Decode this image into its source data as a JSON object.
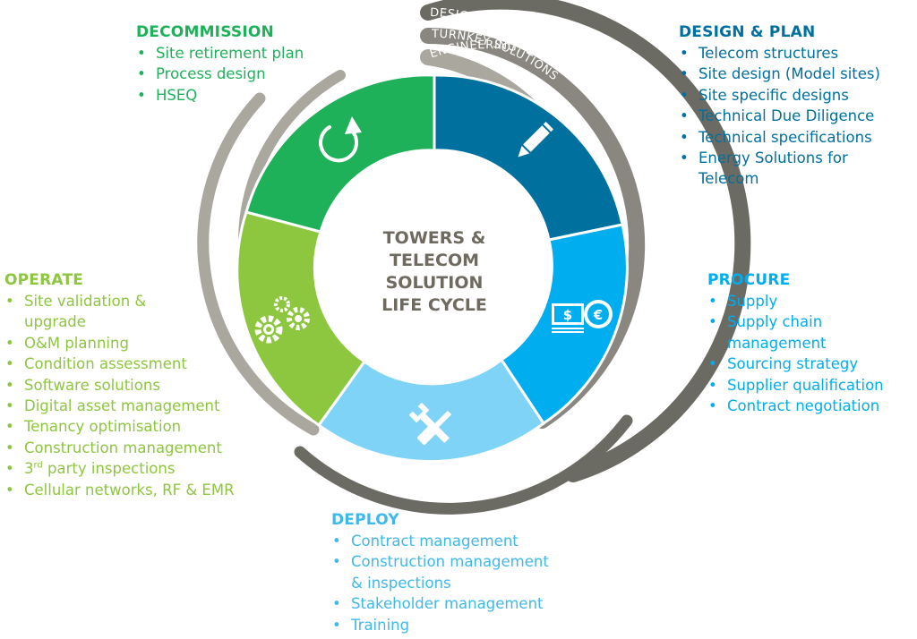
{
  "center_title": [
    "TOWERS &",
    "TELECOM",
    "SOLUTION",
    "LIFE CYCLE"
  ],
  "arc_labels": [
    "DESIGN & SUPPLY",
    "TURNKEY SOLUTIONS",
    "ENGINEERING, CONSULTING & ADVICE"
  ],
  "colors": {
    "design": "#00709f",
    "procure": "#00aeef",
    "deploy": "#7fd3f7",
    "operate": "#8dc63f",
    "decommission": "#1eb15a",
    "arc_dark": "#6b6a63",
    "arc_mid": "#8a8780",
    "arc_light": "#aaa79f",
    "center_text": "#6f6a5f"
  },
  "segments": [
    {
      "id": "design",
      "icon": "pencil-icon"
    },
    {
      "id": "procure",
      "icon": "money-euro-icon"
    },
    {
      "id": "deploy",
      "icon": "tools-icon"
    },
    {
      "id": "operate",
      "icon": "gears-icon"
    },
    {
      "id": "decommission",
      "icon": "refresh-icon"
    }
  ],
  "decommission": {
    "title": "DECOMMISSION",
    "items": [
      "Site retirement plan",
      "Process design",
      "HSEQ"
    ]
  },
  "design_plan": {
    "title": "DESIGN & PLAN",
    "items": [
      "Telecom structures",
      "Site design (Model sites)",
      "Site specific designs",
      "Technical Due Diligence",
      "Technical specifications",
      "Energy Solutions for",
      "Telecom"
    ]
  },
  "procure": {
    "title": "PROCURE",
    "items": [
      "Supply",
      "Supply chain",
      "management",
      "Sourcing strategy",
      "Supplier qualification",
      "Contract negotiation"
    ]
  },
  "operate": {
    "title": "OPERATE",
    "items": [
      "Site validation &",
      "upgrade",
      "O&M planning",
      "Condition assessment",
      "Software solutions",
      "Digital asset management",
      "Tenancy optimisation",
      "Construction management",
      "3",
      "rd",
      " party inspections",
      "Cellular networks, RF & EMR"
    ]
  },
  "deploy": {
    "title": "DEPLOY",
    "items": [
      "Contract management",
      "Construction management",
      "& inspections",
      "Stakeholder management",
      "Training"
    ]
  }
}
